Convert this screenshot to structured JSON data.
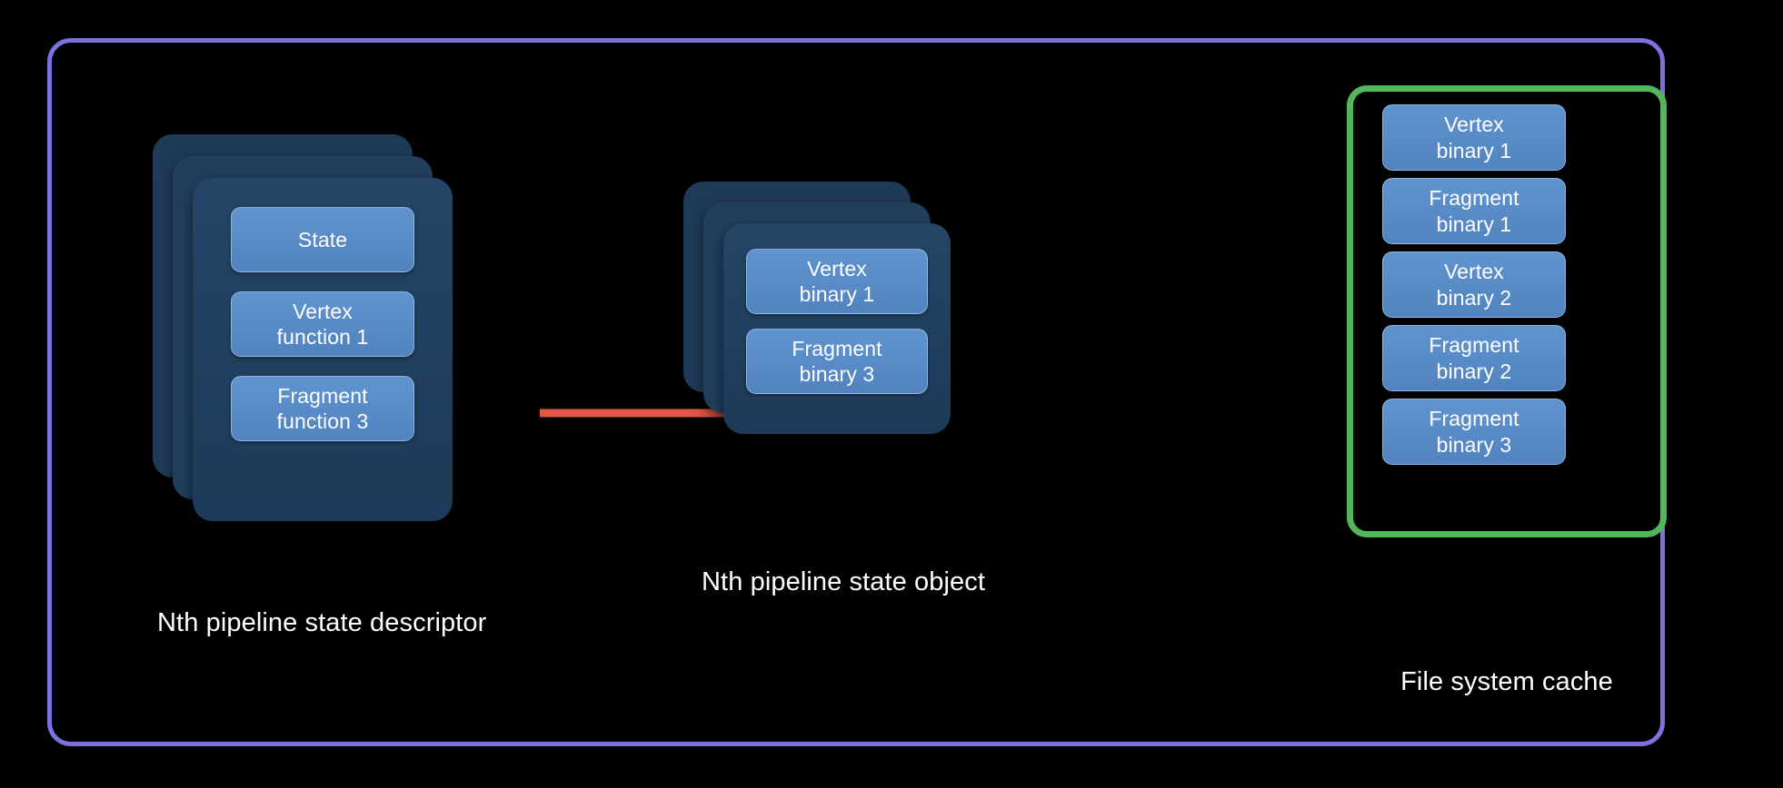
{
  "frame": {
    "outline_color": "#7b71e0"
  },
  "descriptor": {
    "caption": "Nth pipeline state descriptor",
    "stack_depth": 3,
    "tiles": [
      {
        "line1": "State",
        "line2": ""
      },
      {
        "line1": "Vertex",
        "line2": "function 1"
      },
      {
        "line1": "Fragment",
        "line2": "function 3"
      }
    ]
  },
  "arrow": {
    "color": "#e2564a",
    "direction": "right",
    "from": "Nth pipeline state descriptor",
    "to": "Nth pipeline state object"
  },
  "pipeline_state_object": {
    "caption": "Nth pipeline state object",
    "stack_depth": 3,
    "tiles": [
      {
        "line1": "Vertex",
        "line2": "binary 1"
      },
      {
        "line1": "Fragment",
        "line2": "binary 3"
      }
    ]
  },
  "file_system_cache": {
    "caption": "File system cache",
    "outline_color": "#52b65b",
    "tiles": [
      {
        "line1": "Vertex",
        "line2": "binary 1"
      },
      {
        "line1": "Fragment",
        "line2": "binary 1"
      },
      {
        "line1": "Vertex",
        "line2": "binary 2"
      },
      {
        "line1": "Fragment",
        "line2": "binary 2"
      },
      {
        "line1": "Fragment",
        "line2": "binary 3"
      }
    ]
  },
  "colors": {
    "background": "#000000",
    "card": "#22405f",
    "tile": "#5a8cc8",
    "text": "#ffffff"
  }
}
